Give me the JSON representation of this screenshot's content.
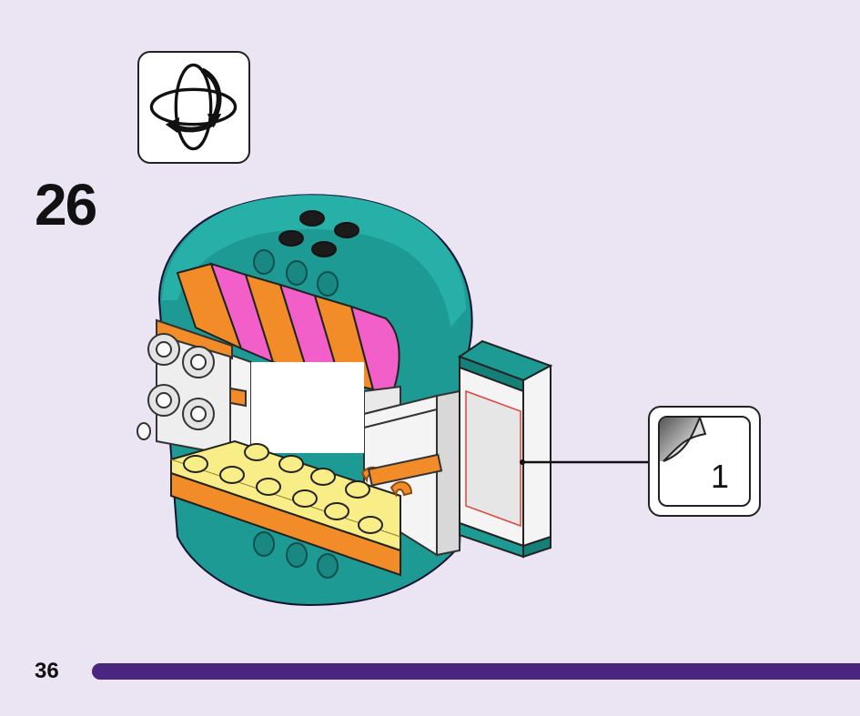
{
  "step": {
    "number": "26"
  },
  "rotate_indicator": {
    "icon": "rotate-model-icon"
  },
  "sticker_callout": {
    "sticker_number": "1",
    "icon": "sticker-sheet-icon"
  },
  "footer": {
    "page_number": "36",
    "progress_color": "#4a2681"
  },
  "colors": {
    "background": "#ebe4f2",
    "teal": "#1d9a93",
    "orange": "#f28c28",
    "magenta": "#f25fc9",
    "yellow": "#f8ed86",
    "white_brick": "#f4f4f4"
  }
}
